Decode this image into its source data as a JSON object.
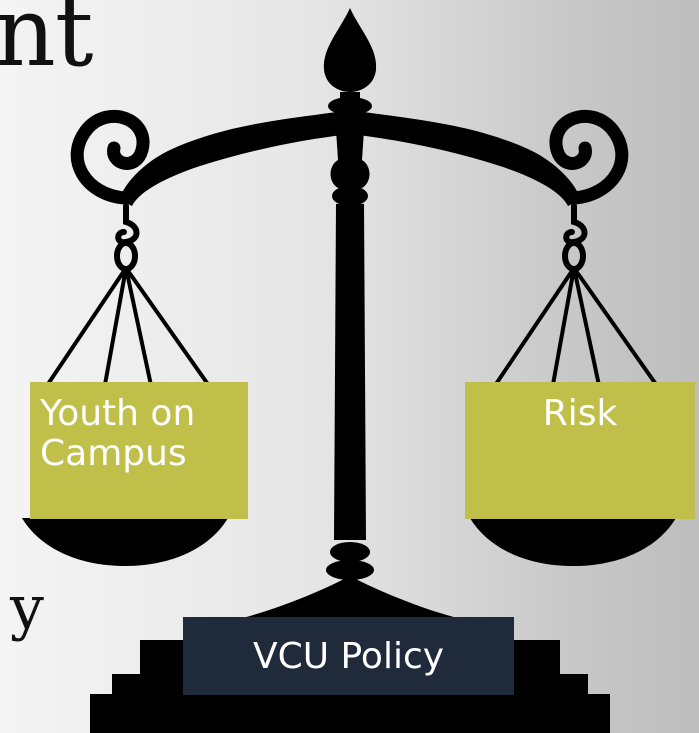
{
  "slide": {
    "title_fragment": "nt",
    "body_fragment": "y"
  },
  "scale": {
    "icon": "balance-scale-icon",
    "color": "#000000",
    "left_pan_label": "Youth on Campus",
    "right_pan_label": "Risk",
    "base_label": "VCU Policy"
  },
  "colors": {
    "pan_label_background": "#bfbf4a",
    "base_label_background": "#1f2a3a",
    "label_text": "#ffffff"
  }
}
